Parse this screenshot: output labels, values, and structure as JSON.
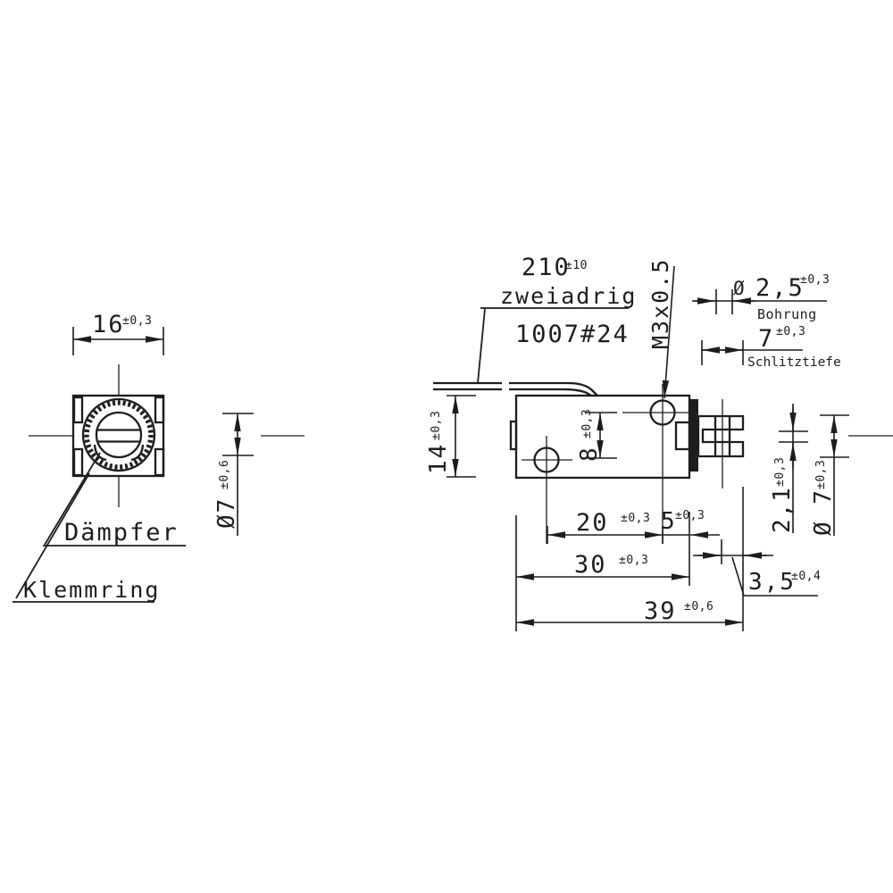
{
  "colors": {
    "background": "#ffffff",
    "line": "#1d1d1d"
  },
  "front_view": {
    "width_dim": {
      "value": "16",
      "tol": "±0,3"
    },
    "damper_dia_dim": {
      "value": "Ø7",
      "tol": "±0,6"
    },
    "damper_label": "Dämpfer",
    "clamp_ring_label": "Klemmring"
  },
  "side_view": {
    "height_dim": {
      "value": "14",
      "tol": "±0,3"
    },
    "hole_offset_dim": {
      "value": "8",
      "tol": "±0,3"
    },
    "wire_length_dim": {
      "value": "210",
      "tol": "±10"
    },
    "wire_type_label": "zweiadrig",
    "wire_spec_label": "1007#24",
    "thread_label": "M3x0.5",
    "bore_dim": {
      "symbol": "Ø",
      "value": "2,5",
      "tol": "±0,3",
      "label": "Bohrung"
    },
    "slot_depth_dim": {
      "value": "7",
      "tol": "±0,3",
      "label": "Schlitztiefe"
    },
    "hole_spacing_dim": {
      "value": "20",
      "tol": "±0,3"
    },
    "hole_to_face_dim": {
      "value": "5",
      "tol": "±0,3"
    },
    "body_length_dim": {
      "value": "30",
      "tol": "±0,3"
    },
    "hole_to_tip_dim": {
      "value": "3,5",
      "tol": "±0,4"
    },
    "total_length_dim": {
      "value": "39",
      "tol": "±0,6"
    },
    "slot_width_dim": {
      "value": "2,1",
      "tol": "±0,3"
    },
    "plunger_dia_dim": {
      "value": "Ø 7",
      "tol": "±0,3"
    }
  }
}
